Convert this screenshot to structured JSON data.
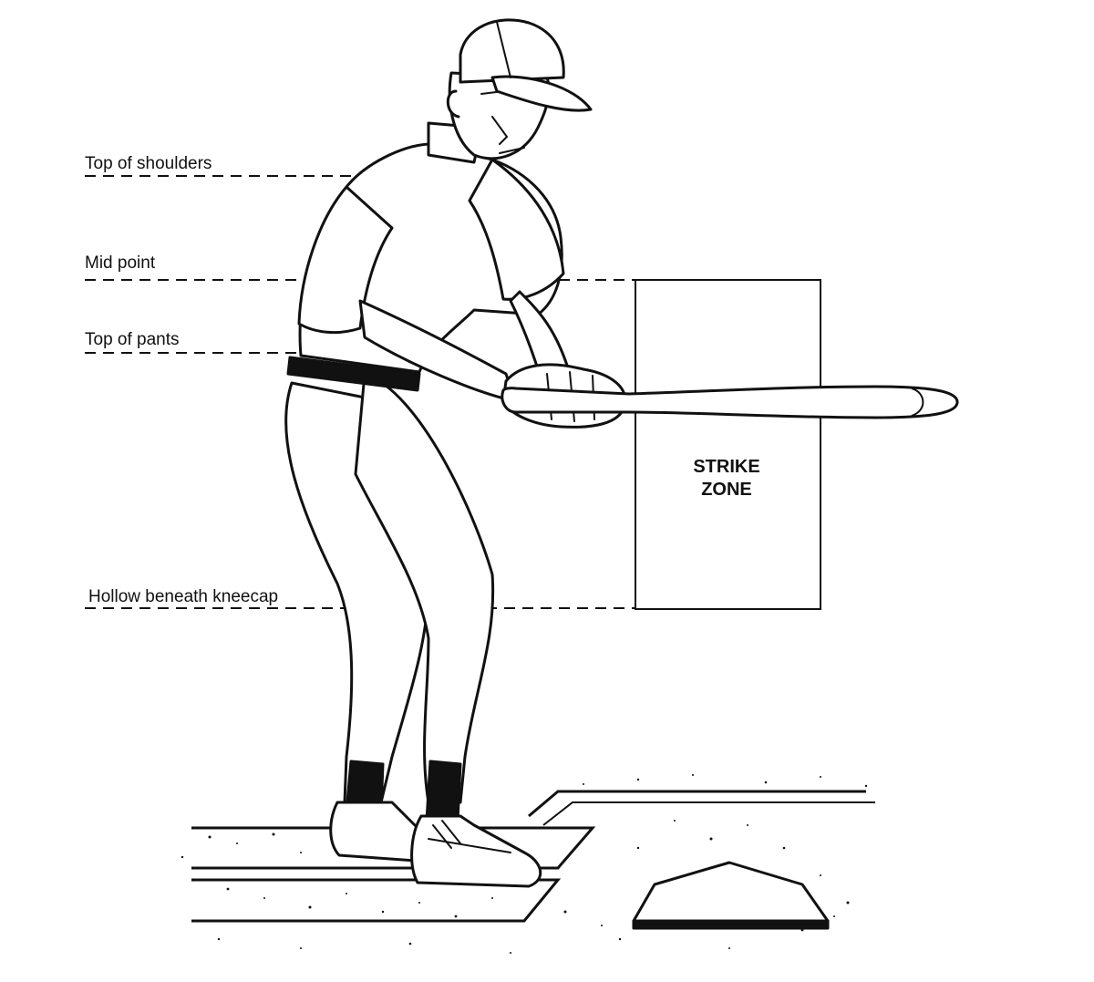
{
  "diagram": {
    "labels": {
      "top_of_shoulders": "Top of shoulders",
      "mid_point": "Mid point",
      "top_of_pants": "Top of pants",
      "hollow_beneath_kneecap": "Hollow beneath kneecap"
    },
    "strike_zone": {
      "line1": "STRIKE",
      "line2": "ZONE"
    }
  },
  "colors": {
    "ink": "#111111",
    "paper": "#ffffff",
    "skin": "#ffffff"
  }
}
